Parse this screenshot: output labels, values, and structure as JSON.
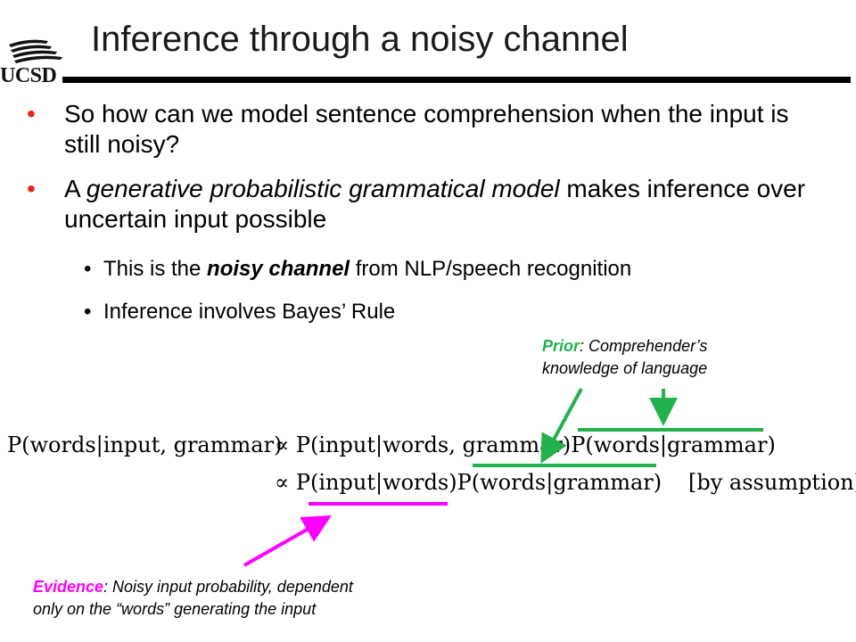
{
  "logo": {
    "text": "UCSD"
  },
  "title": "Inference through a noisy channel",
  "bullets": {
    "b1": {
      "text": "So how can we model sentence comprehension when the input is still noisy?"
    },
    "b2": {
      "prefix": "A ",
      "emph": "generative probabilistic grammatical model",
      "suffix": " makes inference over uncertain input possible"
    },
    "sub1": {
      "prefix": "This is the ",
      "emph": "noisy channel",
      "suffix": " from NLP/speech recognition"
    },
    "sub2": {
      "text": "Inference involves Bayes’ Rule"
    }
  },
  "prior": {
    "label": "Prior",
    "text": ": Comprehender’s",
    "line2": "knowledge of language"
  },
  "evidence": {
    "label": "Evidence",
    "text": ": Noisy input probability, dependent",
    "line2": "only on the “words” generating the input"
  },
  "equation": {
    "lhs": "P(words|input, grammar)",
    "line1": "∝ P(input|words, grammar)P(words|grammar)",
    "line2": "∝ P(input|words)P(words|grammar)",
    "note": "[by assumption]"
  },
  "colors": {
    "bullet": "#e8231f",
    "prior": "#22b14c",
    "evidence": "#ff00ff",
    "rule": "#000000"
  },
  "icons": {
    "logo": "ucsd-trident-icon"
  }
}
